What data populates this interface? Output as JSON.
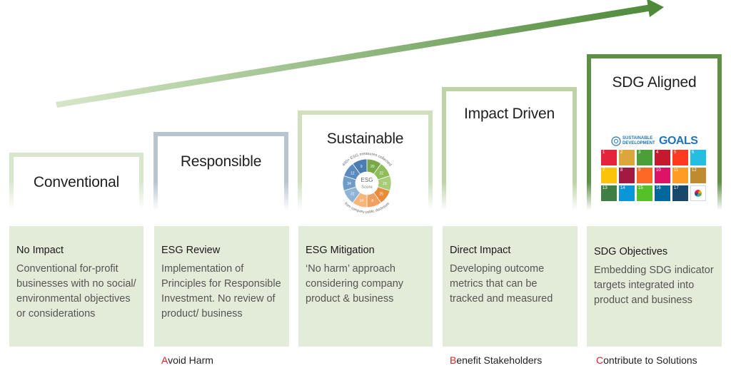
{
  "stages": [
    {
      "title": "Conventional",
      "card_title": "No Impact",
      "card_desc": "Conventional for-profit businesses with no social/ environmental objectives or considerations",
      "border_color": "#d8e6cd"
    },
    {
      "title": "Responsible",
      "card_title": "ESG Review",
      "card_desc": "Implementation of Principles for Responsible Investment. No review of product/ business",
      "border_color": "#b9c4d1"
    },
    {
      "title": "Sustainable",
      "card_title": "ESG Mitigation",
      "card_desc": "‘No harm’ approach considering company product & business",
      "border_color": "#cfe0bf"
    },
    {
      "title": "Impact Driven",
      "card_title": "Direct Impact",
      "card_desc": "Developing outcome metrics that can be tracked and measured",
      "border_color": "#bcd4a5"
    },
    {
      "title": "SDG Aligned",
      "card_title": "SDG Objectives",
      "card_desc": "Embedding SDG indicator targets integrated into product and business",
      "border_color": "#5d8f45"
    }
  ],
  "footer": {
    "avoid": {
      "first": "A",
      "rest": "void Harm"
    },
    "benefit": {
      "first": "B",
      "rest": "enefit Stakeholders"
    },
    "contribute": {
      "first": "C",
      "rest": "ontribute to Solutions"
    }
  },
  "esg_wheel": {
    "center_line1": "ESG",
    "center_line2": "Score",
    "top_arc": "400+ ESG measures collected",
    "bottom_arc": "from company public disclosure",
    "segment_numbers": [
      "20",
      "22",
      "15",
      "25",
      "8",
      "14",
      "31",
      "34",
      "12",
      "9"
    ]
  },
  "sdg_logo": {
    "line1": "SUSTAINABLE",
    "line2": "DEVELOPMENT",
    "goals": "GOALS"
  },
  "sdg_tiles": [
    {
      "n": "1",
      "color": "#e5243b"
    },
    {
      "n": "2",
      "color": "#dda63a"
    },
    {
      "n": "3",
      "color": "#4c9f38"
    },
    {
      "n": "4",
      "color": "#c5192d"
    },
    {
      "n": "5",
      "color": "#ff3a21"
    },
    {
      "n": "6",
      "color": "#26bde2"
    },
    {
      "n": "7",
      "color": "#fcc30b"
    },
    {
      "n": "8",
      "color": "#a21942"
    },
    {
      "n": "9",
      "color": "#fd6925"
    },
    {
      "n": "10",
      "color": "#dd1367"
    },
    {
      "n": "11",
      "color": "#fd9d24"
    },
    {
      "n": "12",
      "color": "#bf8b2e"
    },
    {
      "n": "13",
      "color": "#3f7e44"
    },
    {
      "n": "14",
      "color": "#0a97d9"
    },
    {
      "n": "15",
      "color": "#56c02b"
    },
    {
      "n": "16",
      "color": "#00689d"
    },
    {
      "n": "17",
      "color": "#19486a"
    },
    {
      "n": "",
      "color": "#ffffff"
    }
  ],
  "colors": {
    "arrow": "#4f8a3a",
    "card_bg": "#e2ecd8",
    "footer_accent": "#d3242a"
  }
}
